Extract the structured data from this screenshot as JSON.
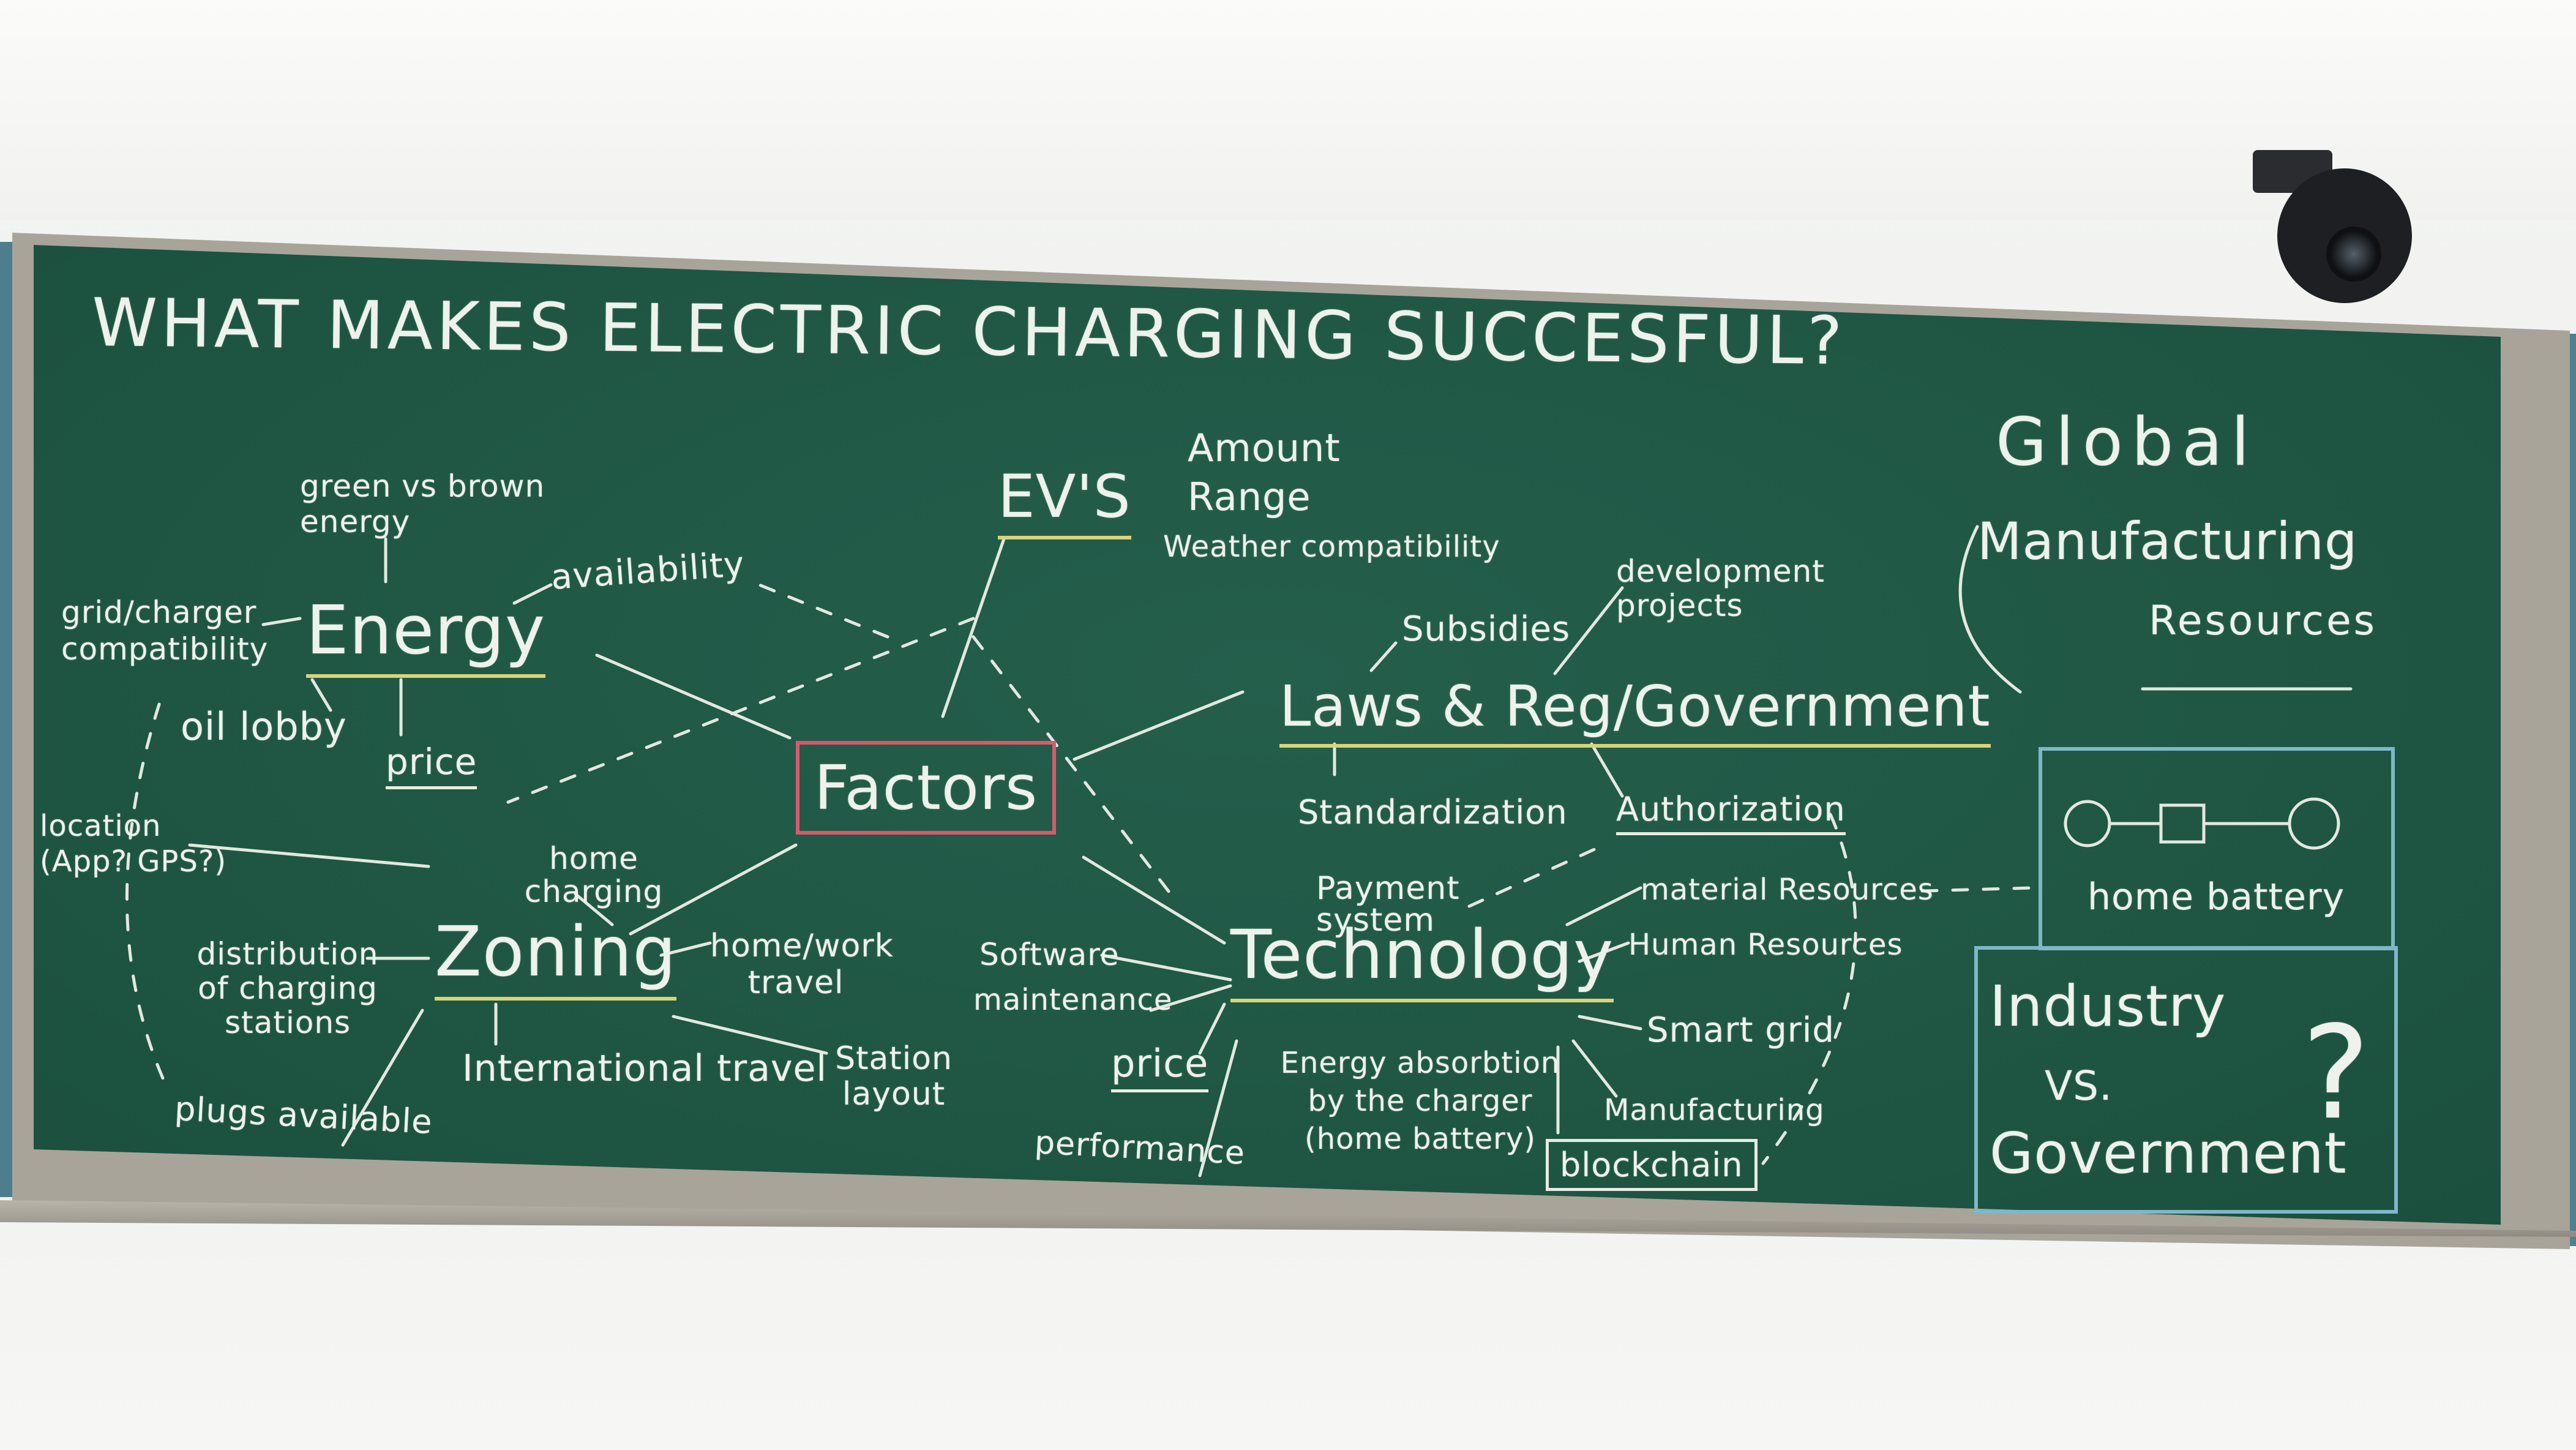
{
  "board": {
    "title": "WHAT MAKES ELECTRIC CHARGING SUCCESFUL?",
    "center": "Factors",
    "evs": {
      "label": "EV'S",
      "amount": "Amount",
      "range": "Range",
      "weather": "Weather compatibility"
    },
    "energy": {
      "label": "Energy",
      "green_brown": "green vs brown energy",
      "availability": "availability",
      "grid": "grid/charger compatibility",
      "oil_lobby": "oil lobby",
      "price": "price"
    },
    "laws": {
      "label": "Laws & Reg/Government",
      "subsidies": "Subsidies",
      "development": "development projects",
      "standardization": "Standardization",
      "authorization": "Authorization"
    },
    "zoning": {
      "label": "Zoning",
      "location": "location (App? GPS?)",
      "home_charging": "home charging",
      "distribution": "distribution of charging stations",
      "home_work": "home/work travel",
      "international": "International travel",
      "station_layout": "Station layout",
      "plugs": "plugs available"
    },
    "technology": {
      "label": "Technology",
      "payment": "Payment system",
      "software": "Software",
      "maintenance": "maintenance",
      "price": "price",
      "performance": "performance",
      "energy_absorption": "Energy absorbtion by the charger (home battery)",
      "material": "material Resources",
      "human": "Human Resources",
      "smart_grid": "Smart grid",
      "manufacturing": "Manufacturing",
      "blockchain": "blockchain"
    },
    "global": {
      "label": "Global",
      "manufacturing": "Manufacturing",
      "resources": "Resources",
      "home_battery": "home battery"
    },
    "industry": {
      "line1": "Industry",
      "line2": "VS.",
      "line3": "Government",
      "mark": "?"
    },
    "colors": {
      "board": "#1f5744",
      "chalk": "#eef2ec",
      "factors_box": "#d65a6b",
      "global_box": "#7fb7c8",
      "highlight": "#d8d47a"
    }
  }
}
